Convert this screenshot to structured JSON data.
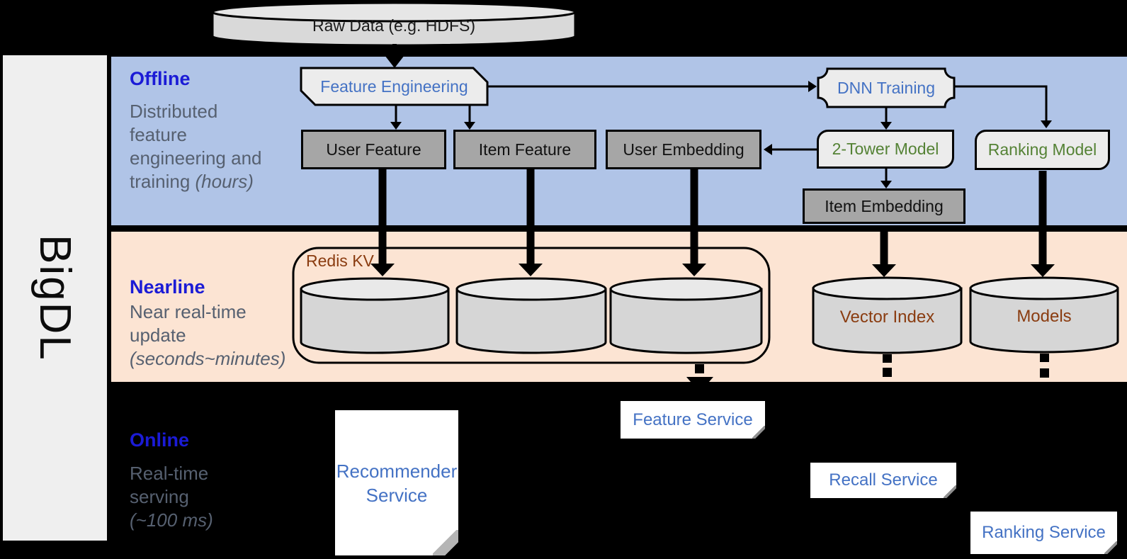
{
  "brand": {
    "label": "BigDL"
  },
  "raw_data": {
    "label": "Raw Data (e.g. HDFS)"
  },
  "sections": {
    "offline": {
      "title": "Offline",
      "subtitle": "Distributed feature engineering and training ",
      "subtitle_note": "(hours)"
    },
    "nearline": {
      "title": "Nearline",
      "subtitle": "Near real-time update ",
      "subtitle_note": "(seconds~minutes)"
    },
    "online": {
      "title": "Online",
      "subtitle": "Real-time serving ",
      "subtitle_note": "(~100 ms)"
    }
  },
  "offline_nodes": {
    "feature_engineering": "Feature Engineering",
    "dnn_training": "DNN Training",
    "user_feature": "User Feature",
    "item_feature": "Item Feature",
    "user_embedding": "User Embedding",
    "two_tower_model": "2-Tower Model",
    "ranking_model": "Ranking Model",
    "item_embedding": "Item Embedding"
  },
  "nearline_nodes": {
    "redis_kv": "Redis KV",
    "vector_index": "Vector Index",
    "models": "Models"
  },
  "online_nodes": {
    "recommender_service": "Recommender Service",
    "feature_service": "Feature Service",
    "recall_service": "Recall Service",
    "ranking_service": "Ranking Service"
  },
  "colors": {
    "background": "#000000",
    "band_offline_blue": "#b0c4e7",
    "band_nearline_peach": "#fce4d3",
    "sidebar_gray": "#efefef",
    "section_title_blue": "#1b1bd6",
    "section_subtitle_slate": "#566070",
    "node_text_blue": "#4472c4",
    "node_text_green": "#548235",
    "store_text_brown": "#8a3c10",
    "dark_box_fill": "#a6a6a6",
    "light_shape_fill": "#ececec",
    "cylinder_fill": "#d6d6d6"
  }
}
